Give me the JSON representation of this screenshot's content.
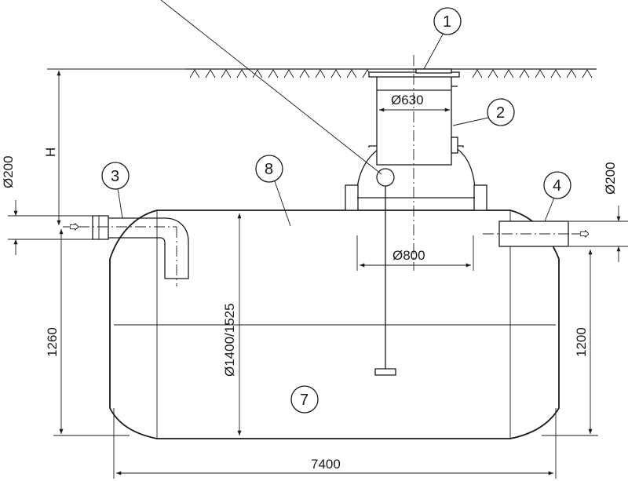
{
  "dimensions": {
    "d630": "Ø630",
    "d800": "Ø800",
    "d1400": "Ø1400/1525",
    "d200_left": "Ø200",
    "d200_right": "Ø200",
    "h": "H",
    "h1260": "1260",
    "h1200": "1200",
    "w7400": "7400"
  },
  "callouts": [
    "1",
    "2",
    "3",
    "4",
    "7",
    "8"
  ]
}
